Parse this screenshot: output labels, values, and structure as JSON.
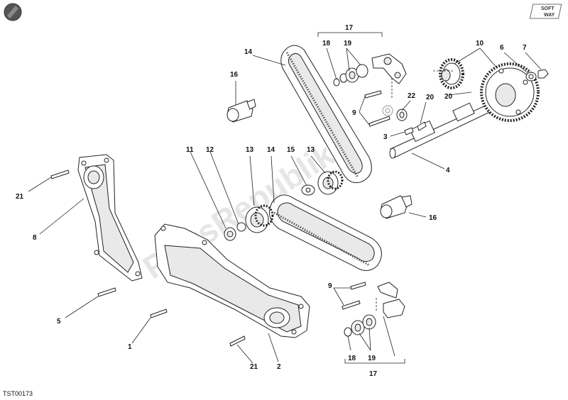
{
  "diagram": {
    "code": "TST00173",
    "brand": [
      "SOFT",
      "WAY"
    ],
    "watermark": "PartsRepublik",
    "labels": {
      "l1": "1",
      "l2": "2",
      "l3": "3",
      "l4": "4",
      "l5": "5",
      "l6": "6",
      "l7": "7",
      "l8": "8",
      "l9a": "9",
      "l9b": "9",
      "l10": "10",
      "l11": "11",
      "l12": "12",
      "l13a": "13",
      "l13b": "13",
      "l14a": "14",
      "l14b": "14",
      "l15": "15",
      "l16a": "16",
      "l16b": "16",
      "l17a": "17",
      "l17b": "17",
      "l18a": "18",
      "l18b": "18",
      "l19a": "19",
      "l19b": "19",
      "l20a": "20",
      "l20b": "20",
      "l21a": "21",
      "l21b": "21",
      "l22": "22"
    }
  }
}
